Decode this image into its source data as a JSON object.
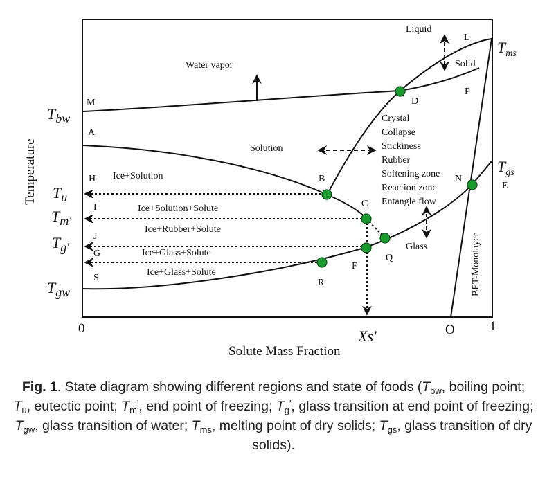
{
  "figure": {
    "axis_x_label": "Solute Mass Fraction",
    "axis_y_label": "Temperature",
    "x_tick_0": "0",
    "x_tick_1": "1",
    "x_tick_O": "O",
    "x_tick_xs": "Xs′",
    "y_ticks": {
      "tbw": {
        "main": "T",
        "sub": "bw"
      },
      "tu": {
        "main": "T",
        "sub": "u"
      },
      "tm": {
        "main": "T",
        "sub": "m′"
      },
      "tg": {
        "main": "T",
        "sub": "g′"
      },
      "tgw": {
        "main": "T",
        "sub": "gw"
      }
    },
    "right_labels": {
      "tms": {
        "main": "T",
        "sub": "ms"
      },
      "tgs": {
        "main": "T",
        "sub": "gs"
      },
      "E": "E"
    },
    "point_labels": {
      "M": "M",
      "A": "A",
      "H": "H",
      "I": "I",
      "J": "J",
      "G": "G",
      "S": "S",
      "B": "B",
      "C": "C",
      "D": "D",
      "F": "F",
      "Q": "Q",
      "R": "R",
      "L": "L",
      "P": "P",
      "N": "N"
    },
    "regions": {
      "water_vapor": "Water vapor",
      "solution": "Solution",
      "liquid": "Liquid",
      "solid": "Solid",
      "ice_solution": "Ice+Solution",
      "ice_solution_solute": "Ice+Solution+Solute",
      "ice_rubber_solute": "Ice+Rubber+Solute",
      "ice_glass_solute_1": "Ice+Glass+Solute",
      "ice_glass_solute_2": "Ice+Glass+Solute",
      "glass": "Glass",
      "bet": "BET-Monolayer"
    },
    "property_list": [
      "Crystal",
      "Collapse",
      "Stickiness",
      "Rubber",
      "Softening zone",
      "Reaction zone",
      "Entangle flow"
    ],
    "marker_color": "#1a9a2e"
  },
  "caption": {
    "fig_label": "Fig. 1",
    "intro": ". State diagram showing different regions and state of foods (",
    "items": [
      {
        "sym": "T",
        "sub": "bw",
        "sup": "",
        "text": ", boiling point; "
      },
      {
        "sym": "T",
        "sub": "u",
        "sup": "",
        "text": ", eutectic point; "
      },
      {
        "sym": "T",
        "sub": "m",
        "sup": "′",
        "text": ", end point of freezing; "
      },
      {
        "sym": "T",
        "sub": "g",
        "sup": "′",
        "text": ", glass transition at end point of freezing; "
      },
      {
        "sym": "T",
        "sub": "gw",
        "sup": "",
        "text": ", glass transition of water; "
      },
      {
        "sym": "T",
        "sub": "ms",
        "sup": "",
        "text": ", melting point of dry solids; "
      },
      {
        "sym": "T",
        "sub": "gs",
        "sup": "",
        "text": ", glass transition of dry solids."
      }
    ]
  }
}
